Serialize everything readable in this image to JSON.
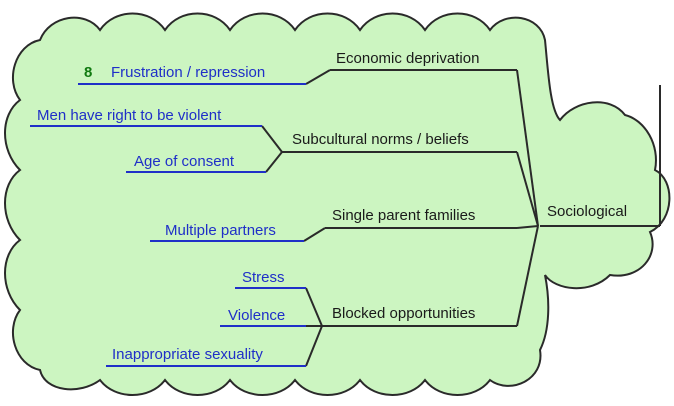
{
  "diagram": {
    "root": "Sociological",
    "colors": {
      "cloud_fill": "#ccf5c1",
      "cloud_stroke": "#2a2a2a",
      "branch_line": "#2a2a2a",
      "leaf_text": "#1f2fc8",
      "leaf_line": "#1f2fc8",
      "marker": "#117a11"
    },
    "branches": [
      {
        "label": "Economic deprivation",
        "children": [
          {
            "label": "Frustration / repression",
            "marker": "8"
          }
        ]
      },
      {
        "label": "Subcultural norms / beliefs",
        "children": [
          {
            "label": "Men have right to be violent"
          },
          {
            "label": "Age of consent"
          }
        ]
      },
      {
        "label": "Single parent families",
        "children": [
          {
            "label": "Multiple partners"
          }
        ]
      },
      {
        "label": "Blocked opportunities",
        "children": [
          {
            "label": "Stress"
          },
          {
            "label": "Violence"
          },
          {
            "label": "Inappropriate sexuality"
          }
        ]
      }
    ]
  }
}
